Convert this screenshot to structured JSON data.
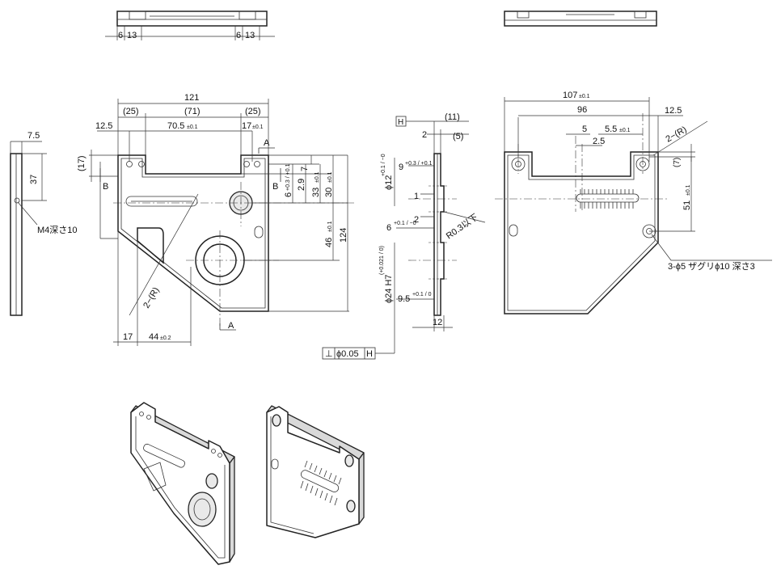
{
  "top_view_left": {
    "dim_a": "6",
    "dim_b": "13",
    "dim_c": "6",
    "dim_d": "13"
  },
  "side_view_left": {
    "width": "7.5",
    "height": "37",
    "thread_note": "M4深さ10"
  },
  "front_view": {
    "overall_width": "121",
    "paren_25_left": "(25)",
    "paren_71": "(71)",
    "paren_25_right": "(25)",
    "dim_12_5": "12.5",
    "dim_70_5": "70.5",
    "tol_70_5": "±0.1",
    "dim_17_top": "17",
    "tol_17_top": "±0.1",
    "section_a": "A",
    "section_b": "B",
    "dim_17_paren": "(17)",
    "dim_7": "7",
    "dim_6": "6",
    "tol_6": "+0.3 / +0.1",
    "dim_2_9": "2.9",
    "dim_33": "33",
    "tol_33": "±0.1",
    "dim_30": "30",
    "tol_30": "±0.1",
    "dim_46": "46",
    "tol_46": "±0.1",
    "dim_124": "124",
    "radius_note": "2−(R)",
    "dim_17_bottom": "17",
    "dim_44": "44",
    "tol_44": "±0.2"
  },
  "section_view": {
    "datum": "H",
    "dim_11": "(11)",
    "dim_2": "2",
    "dim_5": "(5)",
    "dim_phi12": "ϕ12",
    "tol_phi12": "+0.1 / −0",
    "dim_9": "9",
    "tol_9": "+0.3 / +0.1",
    "dim_1": "1",
    "dim_2b": "2",
    "dim_6": "6",
    "tol_6": "+0.1 / −0",
    "radius_note": "R0.3以下",
    "dim_phi24": "ϕ24 H7",
    "tol_phi24": "(+0.021 / 0)",
    "dim_9_5": "9.5",
    "tol_9_5": "+0.1 / 0",
    "dim_12": "12",
    "gdt_symbol": "⊥",
    "gdt_tolerance": "ϕ0.05",
    "gdt_datum": "H"
  },
  "top_view_right": {},
  "rear_view": {
    "dim_107": "107",
    "tol_107": "±0.1",
    "dim_96": "96",
    "dim_12_5": "12.5",
    "dim_5": "5",
    "dim_5_5": "5.5",
    "tol_5_5": "±0.1",
    "dim_2_5": "2.5",
    "radius_note": "2−(R)",
    "dim_7": "(7)",
    "dim_51": "51",
    "tol_51": "±0.1",
    "hole_note": "3-ϕ5 ザグリϕ10 深さ3"
  },
  "iso_views": {}
}
